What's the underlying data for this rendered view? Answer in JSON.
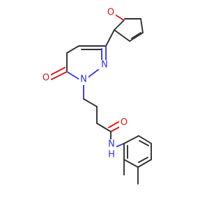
{
  "molecule": {
    "atoms": {
      "furan_o": {
        "label": "O",
        "color": "#d01818"
      },
      "ring_n1": {
        "label": "N",
        "color": "#3535c9"
      },
      "ring_n2": {
        "label": "N",
        "color": "#3535c9"
      },
      "keto_o": {
        "label": "O",
        "color": "#d01818"
      },
      "amide_o": {
        "label": "O",
        "color": "#d01818"
      },
      "amide_n": {
        "label": "N",
        "color": "#3535c9"
      },
      "amide_h": {
        "label": "H",
        "color": "#3535c9"
      }
    },
    "bond_color": "#303030"
  }
}
